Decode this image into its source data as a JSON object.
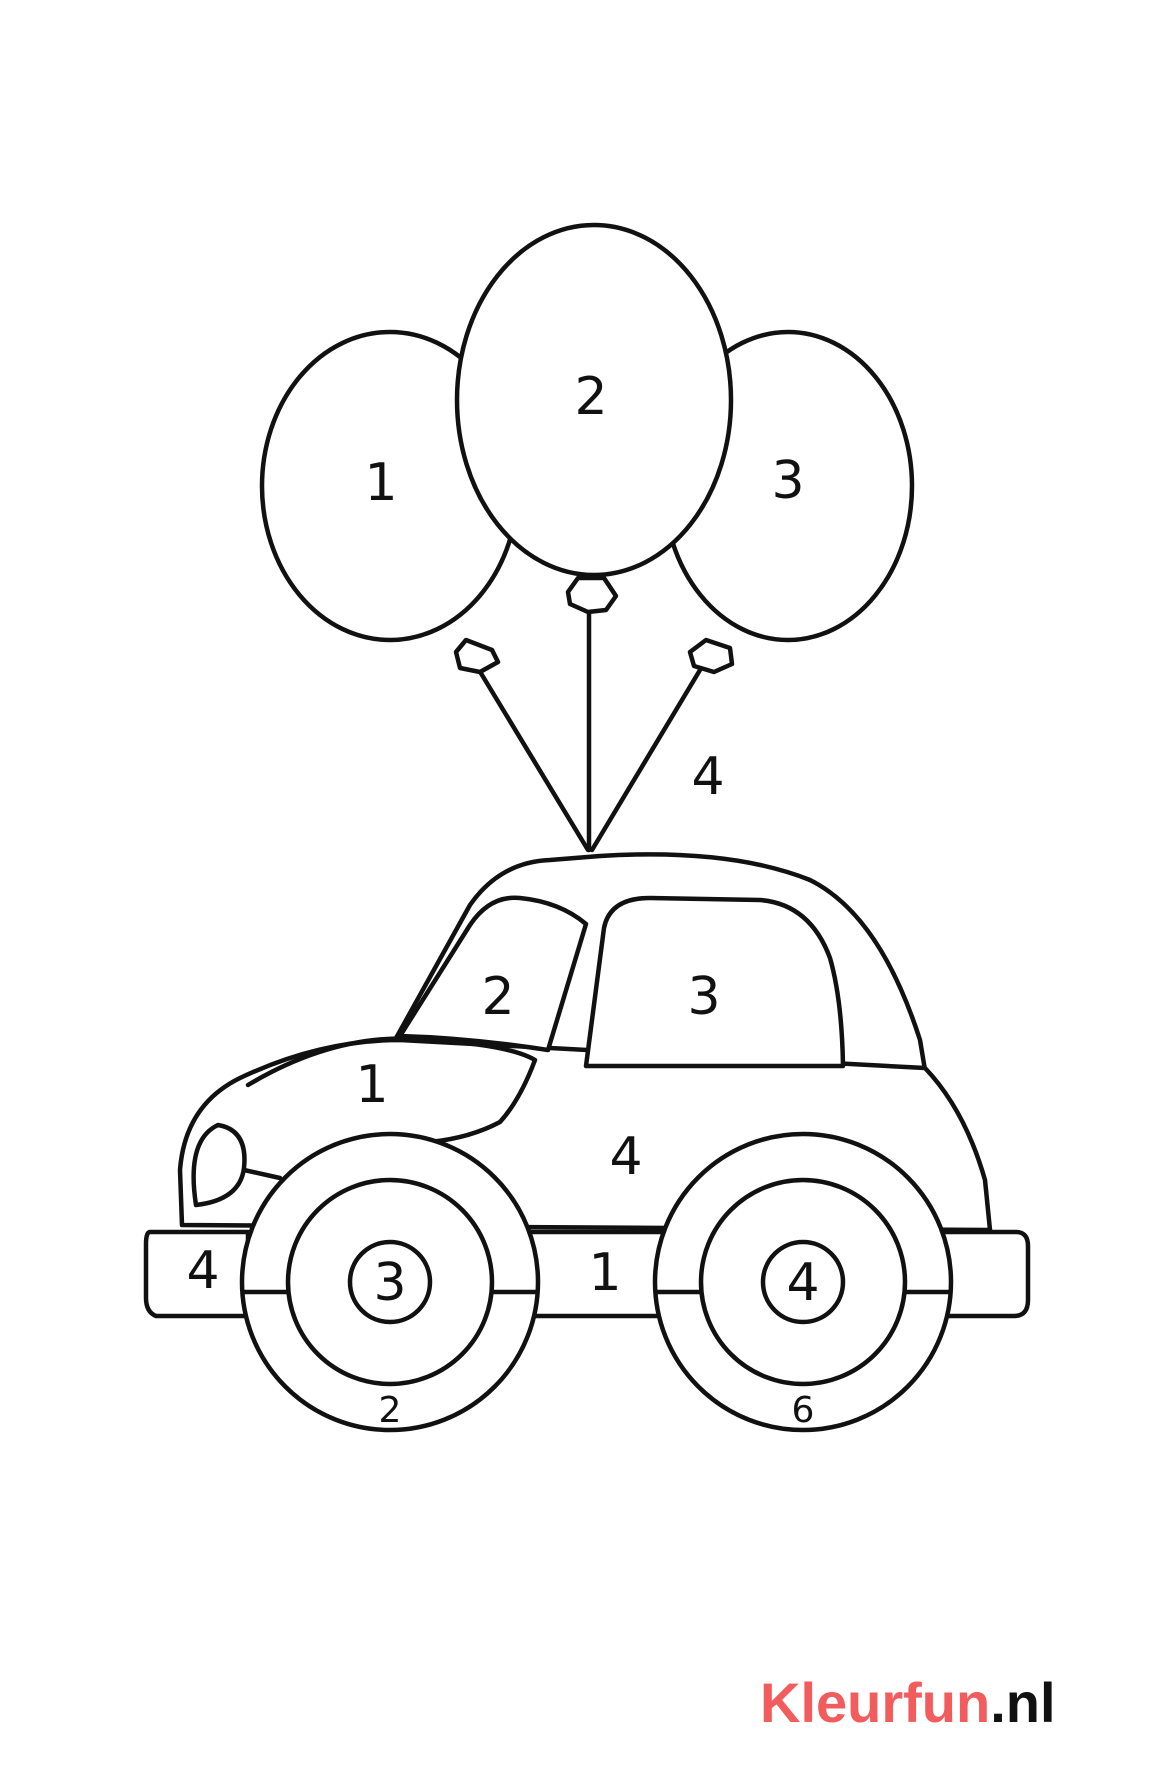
{
  "colors": {
    "line": "#111111",
    "paper": "#ffffff",
    "logo_accent": "#f25c5c",
    "logo_dark": "#111111"
  },
  "balloons": {
    "left_number": "1",
    "middle_number": "2",
    "right_number": "3"
  },
  "background_number": "4",
  "car": {
    "front_window_number": "2",
    "rear_window_number": "3",
    "hood_number": "1",
    "body_number": "4",
    "front_bumper_number": "4",
    "middle_sill_number": "1",
    "front_wheel": {
      "hub_number": "3",
      "tire_number": "2"
    },
    "rear_wheel": {
      "hub_number": "4",
      "tire_number": "6"
    }
  },
  "brand": {
    "name": "Kleurfun",
    "tld": ".nl"
  }
}
